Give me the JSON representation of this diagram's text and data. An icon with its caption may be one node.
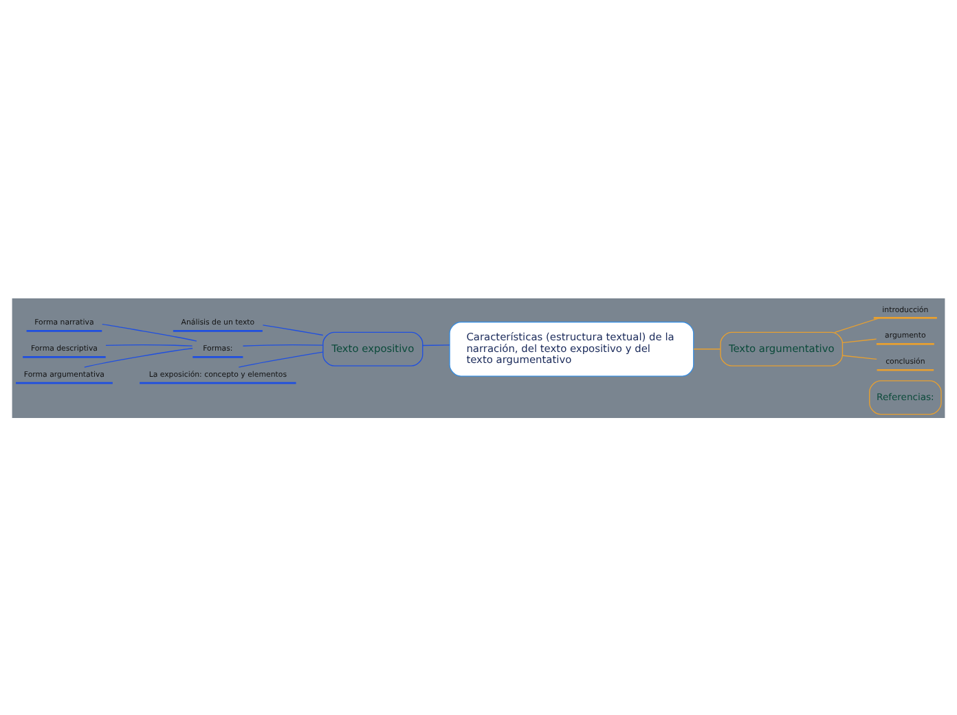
{
  "diagram": {
    "nodes": [
      {
        "text": [
          "Características (estructura textual) de la narración, del texto expositivo y del texto argumentativo"
        ]
      },
      {
        "text": [
          "Texto expositivo"
        ]
      },
      {
        "text": [
          "Análisis de un texto"
        ]
      },
      {
        "text": [
          "Formas:"
        ]
      },
      {
        "text": [
          "Forma narrativa"
        ]
      },
      {
        "text": [
          "Forma descriptiva"
        ]
      },
      {
        "text": [
          "Forma argumentativa"
        ]
      },
      {
        "text": [
          "La exposición: concepto y elementos"
        ]
      },
      {
        "text": [
          "Texto argumentativo"
        ]
      },
      {
        "text": [
          "introducción"
        ]
      },
      {
        "text": [
          "argumento"
        ]
      },
      {
        "text": [
          "conclusión"
        ]
      },
      {
        "text": [
          "Referencias:"
        ]
      }
    ],
    "edges": [
      {
        "from": 0,
        "to": 1,
        "arrow": "none"
      },
      {
        "from": 1,
        "to": 2,
        "arrow": "none"
      },
      {
        "from": 1,
        "to": 3,
        "arrow": "none"
      },
      {
        "from": 3,
        "to": 4,
        "arrow": "none"
      },
      {
        "from": 3,
        "to": 5,
        "arrow": "none"
      },
      {
        "from": 3,
        "to": 6,
        "arrow": "none"
      },
      {
        "from": 1,
        "to": 7,
        "arrow": "none"
      },
      {
        "from": 0,
        "to": 8,
        "arrow": "none",
        "color": "#e8a030"
      },
      {
        "from": 8,
        "to": 9,
        "arrow": "none",
        "color": "#e8a030"
      },
      {
        "from": 8,
        "to": 10,
        "arrow": "none",
        "color": "#e8a030"
      },
      {
        "from": 8,
        "to": 11,
        "arrow": "none",
        "color": "#e8a030"
      }
    ]
  }
}
